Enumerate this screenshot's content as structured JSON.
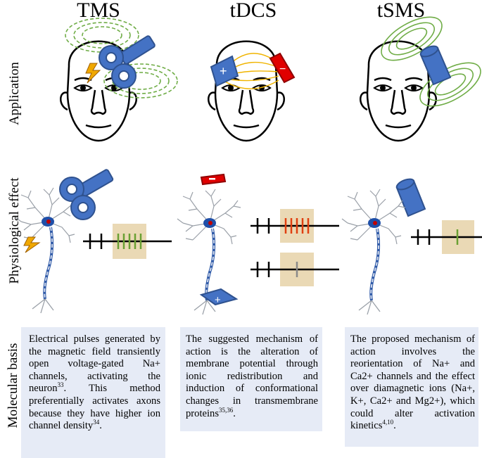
{
  "columns": [
    "TMS",
    "tDCS",
    "tSMS"
  ],
  "rows": [
    "Application",
    "Physiological effect",
    "Molecular basis"
  ],
  "electrode_signs": {
    "anode": "+",
    "cathode": "−"
  },
  "molecular": {
    "tms": {
      "text": "Electrical pulses generated by the magnetic field transiently open voltage-gated Na+ channels, activating the neuron",
      "ref1": "33",
      "text2": ". This method preferentially activates axons because they have higher ion channel density",
      "ref2": "34",
      "text3": "."
    },
    "tdcs": {
      "text": "The suggested mechanism of action is the alteration of membrane potential through ionic redistribution and induction of conformational changes in transmembrane proteins",
      "ref1": "35,36",
      "text2": "."
    },
    "tsms": {
      "text": "The proposed mechanism of action involves the reorientation of Na+ and Ca2+ channels and the effect over diamagnetic ions (Na+, K+, Ca2+ and Mg2+), which could alter activation kinetics",
      "ref1": "4,10",
      "text2": "."
    }
  },
  "colors": {
    "coil": "#4472c4",
    "field": "#70ad47",
    "tdcs_field": "#f0b400",
    "anode": "#4472c4",
    "cathode": "#e00000",
    "panel": "#e6ebf6",
    "spike_box": "#ead9b5",
    "neuron_soma": "#1f4fa8",
    "nucleus": "#c00000"
  }
}
